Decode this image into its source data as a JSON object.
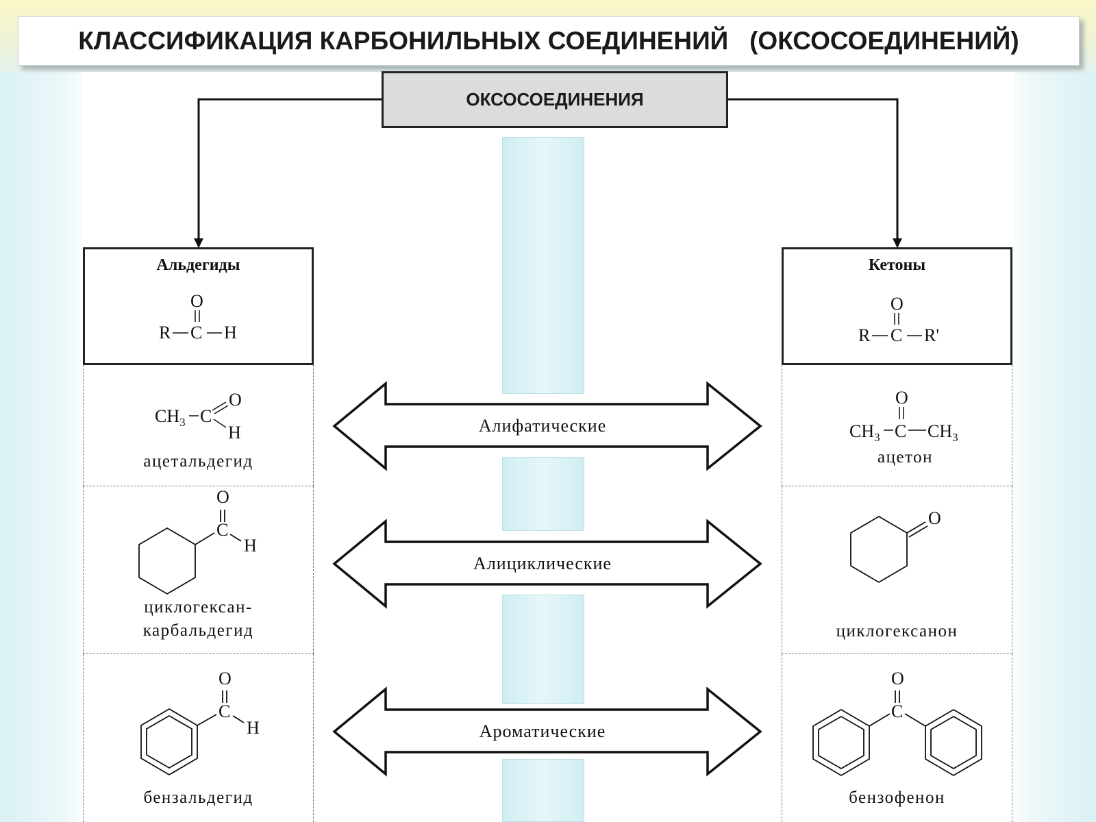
{
  "title": "КЛАССИФИКАЦИЯ КАРБОНИЛЬНЫХ СОЕДИНЕНИЙ   (ОКСОСОЕДИНЕНИЙ)",
  "root": "ОКСОСОЕДИНЕНИЯ",
  "aldehydes": {
    "title": "Альдегиды",
    "examples": [
      {
        "name_lines": [
          "ацетальдегид"
        ]
      },
      {
        "name_lines": [
          "циклогексан-",
          "карбальдегид"
        ]
      },
      {
        "name_lines": [
          "бензальдегид"
        ]
      }
    ]
  },
  "ketones": {
    "title": "Кетоны",
    "examples": [
      {
        "name_lines": [
          "ацетон"
        ]
      },
      {
        "name_lines": [
          "циклогексанон"
        ]
      },
      {
        "name_lines": [
          "бензофенон"
        ]
      }
    ]
  },
  "categories": [
    "Алифатические",
    "Алициклические",
    "Ароматические"
  ],
  "formula_text": {
    "O": "O",
    "R": "R",
    "C": "C",
    "H": "H",
    "Rp": "R'",
    "CH": "CH",
    "sub3": "3"
  }
}
